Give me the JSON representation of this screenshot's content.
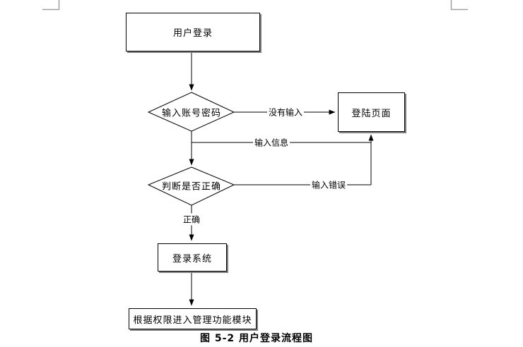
{
  "colors": {
    "line": "#000000",
    "shadow": "#808080",
    "boundary_mark": "#a0a0a0",
    "background": "#ffffff"
  },
  "flowchart": {
    "nodes": {
      "start": {
        "label": "用户登录",
        "shape": "rect"
      },
      "check_input": {
        "label": "输入账号密码",
        "shape": "diamond"
      },
      "login_page": {
        "label": "登陆页面",
        "shape": "rect"
      },
      "check_correct": {
        "label": "判断是否正确",
        "shape": "diamond"
      },
      "login_system": {
        "label": "登录系统",
        "shape": "rect"
      },
      "admin_module": {
        "label": "根据权限进入管理功能模块",
        "shape": "rect"
      }
    },
    "edges": {
      "no_input": {
        "label": "没有输入"
      },
      "input_info": {
        "label": "输入信息"
      },
      "input_error": {
        "label": "输入错误"
      },
      "correct": {
        "label": "正确"
      }
    },
    "caption": "图 5-2 用户登录流程图"
  }
}
